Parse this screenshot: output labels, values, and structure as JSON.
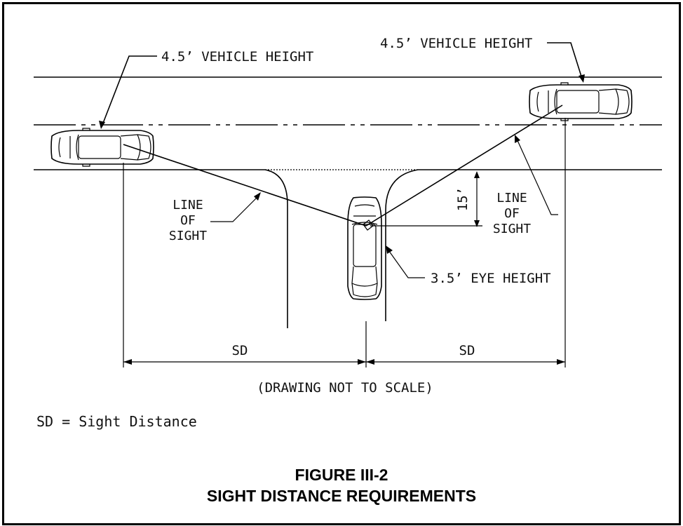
{
  "labels": {
    "vehicle_height_left": "4.5’ VEHICLE HEIGHT",
    "vehicle_height_right": "4.5’ VEHICLE HEIGHT",
    "line_of_sight_left": [
      "LINE",
      "OF",
      "SIGHT"
    ],
    "line_of_sight_right": [
      "LINE",
      "OF",
      "SIGHT"
    ],
    "setback": "15’",
    "eye_height": "3.5’ EYE HEIGHT",
    "sd_left": "SD",
    "sd_right": "SD",
    "scale_note": "(DRAWING NOT TO SCALE)",
    "legend": "SD = Sight Distance"
  },
  "caption": {
    "figure": "FIGURE III-2",
    "title": "SIGHT DISTANCE REQUIREMENTS"
  }
}
